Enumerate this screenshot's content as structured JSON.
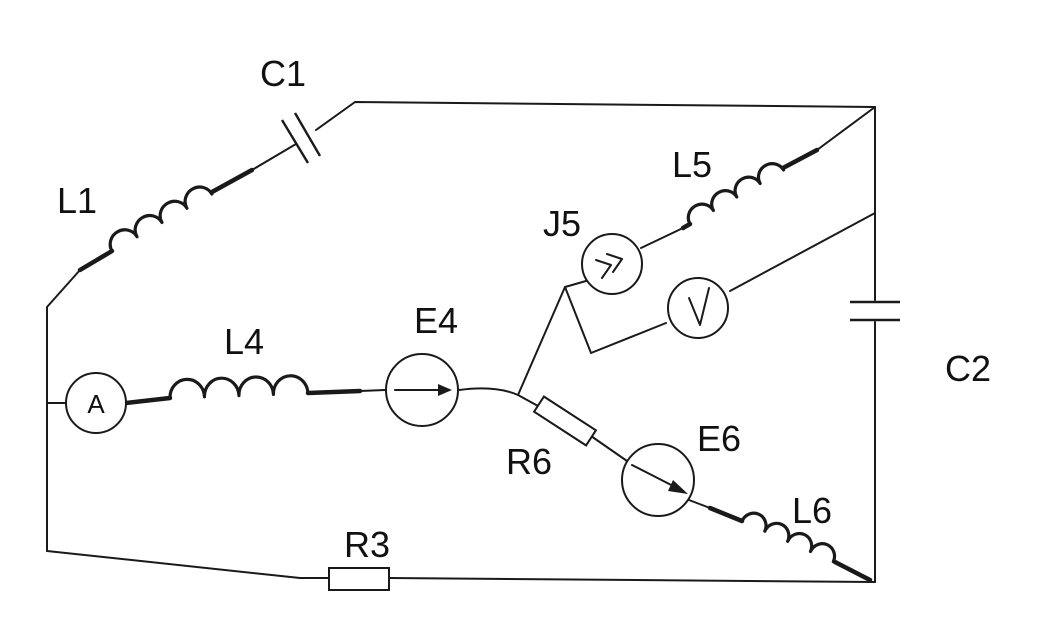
{
  "diagram": {
    "labels": {
      "C1": "C1",
      "L1": "L1",
      "L5": "L5",
      "J5": "J5",
      "E4": "E4",
      "L4": "L4",
      "C2": "C2",
      "R6": "R6",
      "E6": "E6",
      "L6": "L6",
      "R3": "R3"
    },
    "meters": {
      "ammeter": "A"
    }
  }
}
